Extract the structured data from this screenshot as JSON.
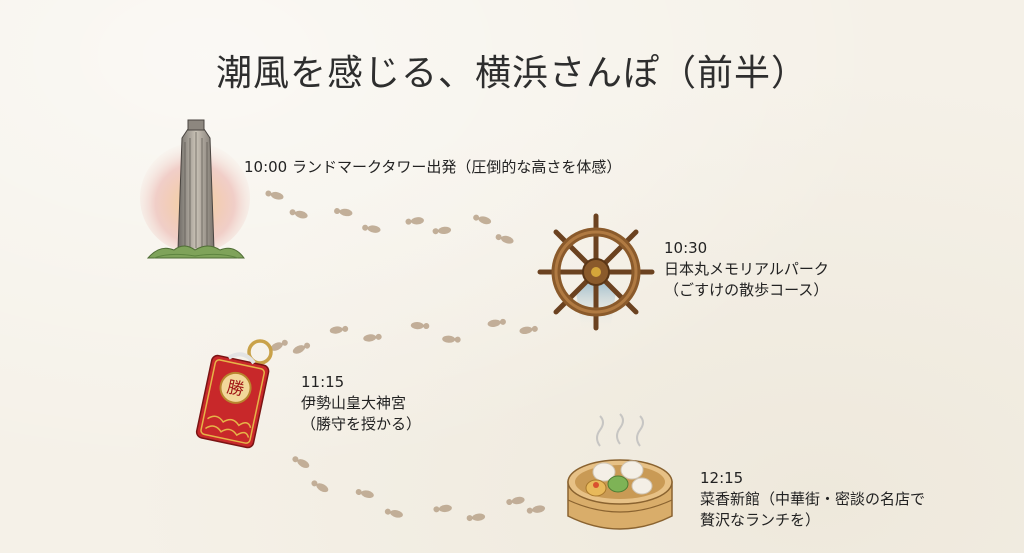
{
  "title": "潮風を感じる、横浜さんぽ（前半）",
  "stops": [
    {
      "time": "10:00",
      "line1": "ランドマークタワー出発（圧倒的な高さを体感）",
      "line2": "",
      "icon": "landmark-tower-icon"
    },
    {
      "time": "10:30",
      "line1": "日本丸メモリアルパーク",
      "line2": "（ごすけの散歩コース）",
      "icon": "ship-wheel-icon"
    },
    {
      "time": "11:15",
      "line1": "伊勢山皇大神宮",
      "line2": "（勝守を授かる）",
      "icon": "omamori-icon"
    },
    {
      "time": "12:15",
      "line1": "菜香新館（中華街・密談の名店で",
      "line2": "贅沢なランチを）",
      "icon": "dim-sum-steamer-icon"
    }
  ],
  "omamori": {
    "character": "勝"
  },
  "colors": {
    "footprint": "#b9a28a",
    "title": "#2e2e2e",
    "amulet": "#c8282a",
    "wood": "#8a5a2b",
    "gold": "#d4a63a"
  }
}
